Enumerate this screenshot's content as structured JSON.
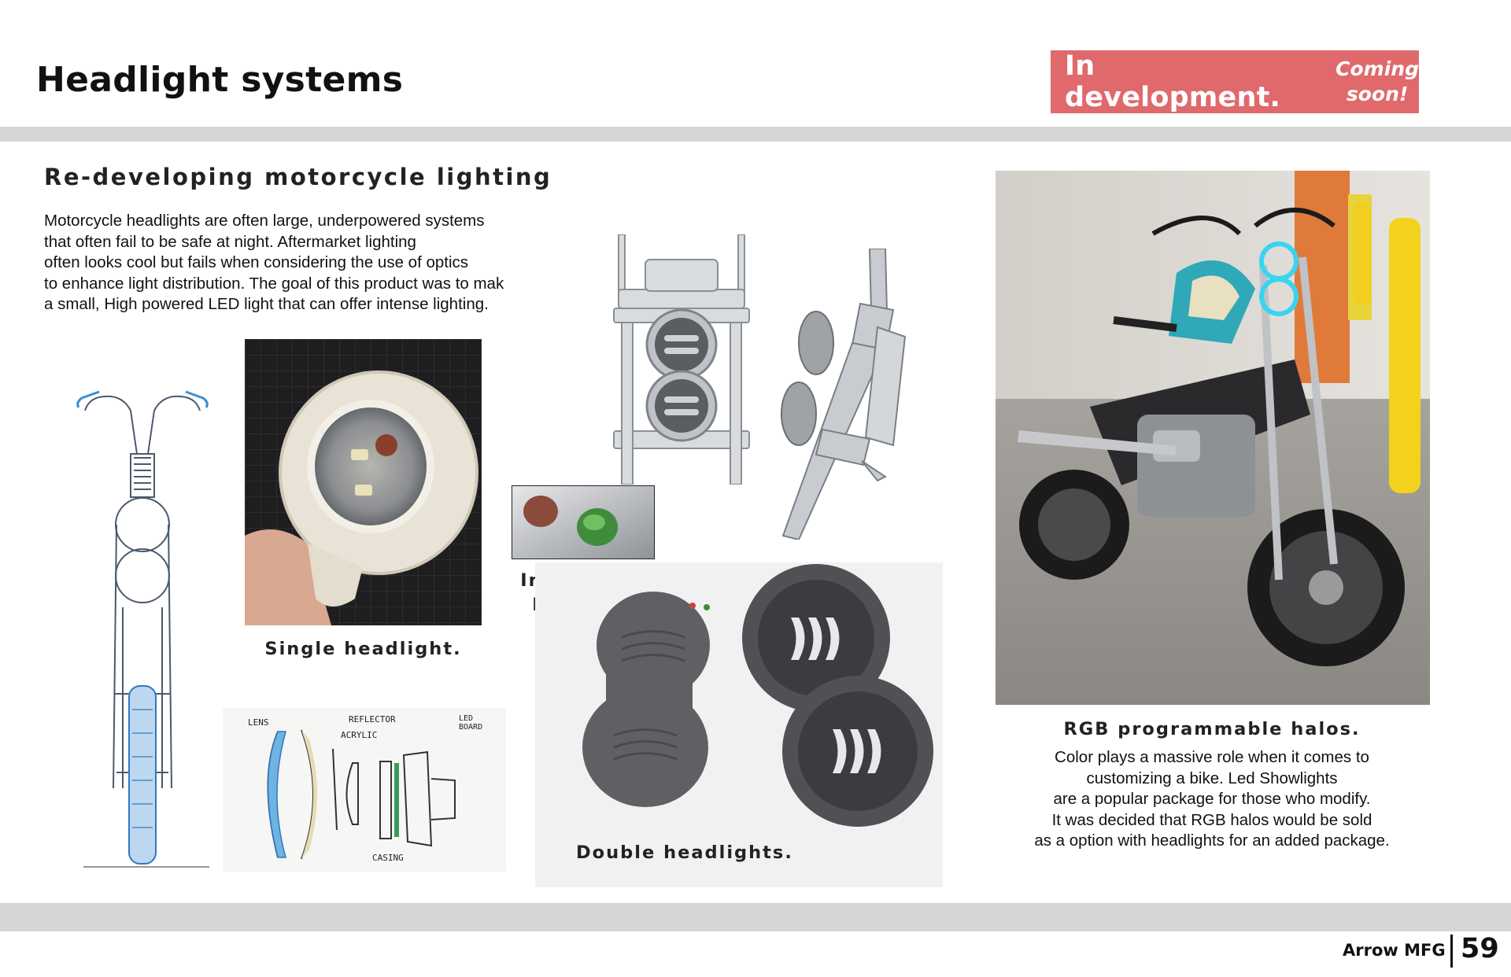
{
  "header": {
    "title": "Headlight systems",
    "badge_main": "In development.",
    "badge_sub_line1": "Coming",
    "badge_sub_line2": "soon!",
    "badge_color": "#e0696b"
  },
  "intro": {
    "subtitle": "Re-developing  motorcycle lighting",
    "lines": [
      "Motorcycle headlights are often large, underpowered systems",
      "that often fail to be safe at night. Aftermarket lighting",
      "often looks cool but fails when considering the use of optics",
      "to enhance light distribution. The goal of this product was to mak",
      "a small, High powered LED light that can offer intense lighting."
    ]
  },
  "captions": {
    "single": "Single headlight.",
    "indicators_line1": "Indicators",
    "indicators_line2": "Built in.",
    "double": "Double headlights."
  },
  "sketch_labels": {
    "lens": "LENS",
    "reflector": "REFLECTOR",
    "acrylic": "ACRYLIC",
    "led_board_line1": "LED",
    "led_board_line2": "BOARD",
    "casing": "CASING"
  },
  "rgb": {
    "heading": "RGB programmable halos.",
    "lines": [
      "Color plays a massive role when it comes to",
      "customizing a bike. Led Showlights",
      "are a popular package for those who modify.",
      "It was decided that RGB halos would be sold",
      "as a option with headlights for an added package."
    ]
  },
  "footer": {
    "brand": "Arrow MFG",
    "page_number": "59"
  },
  "icons": [
    "motorcycle-sketch",
    "headlight-prototype-photo",
    "exploded-view-sketch",
    "fork-mount-render",
    "indicator-lights-render",
    "double-headlight-render",
    "motorcycle-photo"
  ]
}
